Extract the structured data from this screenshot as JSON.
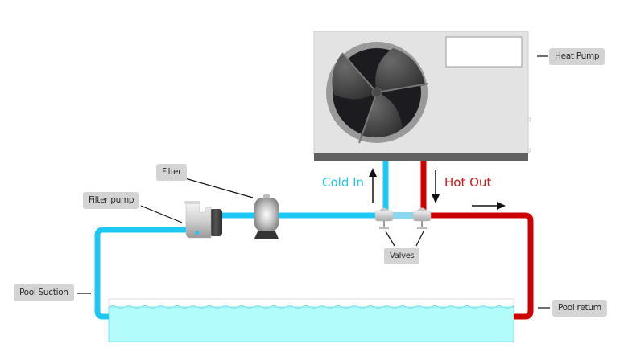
{
  "diagram": {
    "title": "Pool heat pump plumbing diagram",
    "colors": {
      "cold_pipe": "#1ec8f5",
      "hot_pipe": "#cc0000",
      "bypass_pipe": "#8ad8f0",
      "pool_water": "#b3fcfc",
      "heat_pump_body": "#e3e3e3",
      "heat_pump_base": "#616161",
      "label_bg": "#d4d4d4",
      "cold_text": "#1ec8f5",
      "hot_text": "#d11a1a"
    },
    "labels": {
      "heat_pump": "Heat Pump",
      "filter": "Filter",
      "filter_pump": "Filter pump",
      "valves": "Valves",
      "pool_suction": "Pool Suction",
      "pool_return": "Pool return"
    },
    "flow_labels": {
      "cold_in": "Cold In",
      "hot_out": "Hot Out"
    },
    "flow_arrows": [
      {
        "name": "cold-in-arrow",
        "direction": "up"
      },
      {
        "name": "hot-out-arrow",
        "direction": "down"
      },
      {
        "name": "return-flow-arrow",
        "direction": "right"
      }
    ]
  }
}
